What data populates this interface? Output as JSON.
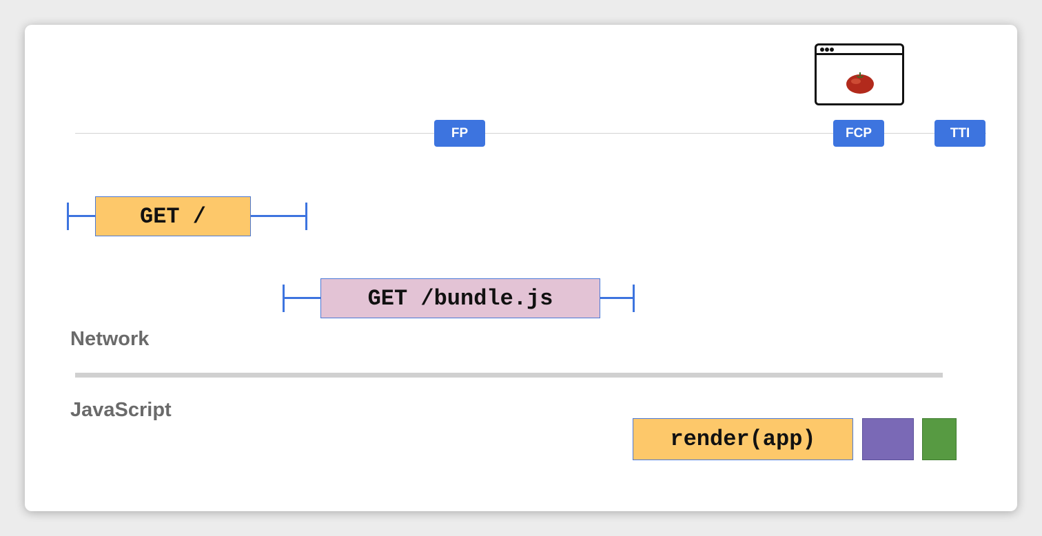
{
  "markers": {
    "fp": "FP",
    "fcp": "FCP",
    "tti": "TTI"
  },
  "requests": {
    "get_root": "GET /",
    "get_bundle": "GET /bundle.js"
  },
  "tracks": {
    "network": "Network",
    "javascript": "JavaScript"
  },
  "js_tasks": {
    "render": "render(app)"
  },
  "colors": {
    "marker": "#3d74df",
    "get_root_fill": "#fdc86a",
    "get_bundle_fill": "#e3c3d5",
    "render_fill": "#fdc86a",
    "task_purple": "#7a69b6",
    "task_green": "#579a42"
  },
  "icons": {
    "browser_window": "browser-window-icon",
    "tomato": "tomato-icon"
  }
}
